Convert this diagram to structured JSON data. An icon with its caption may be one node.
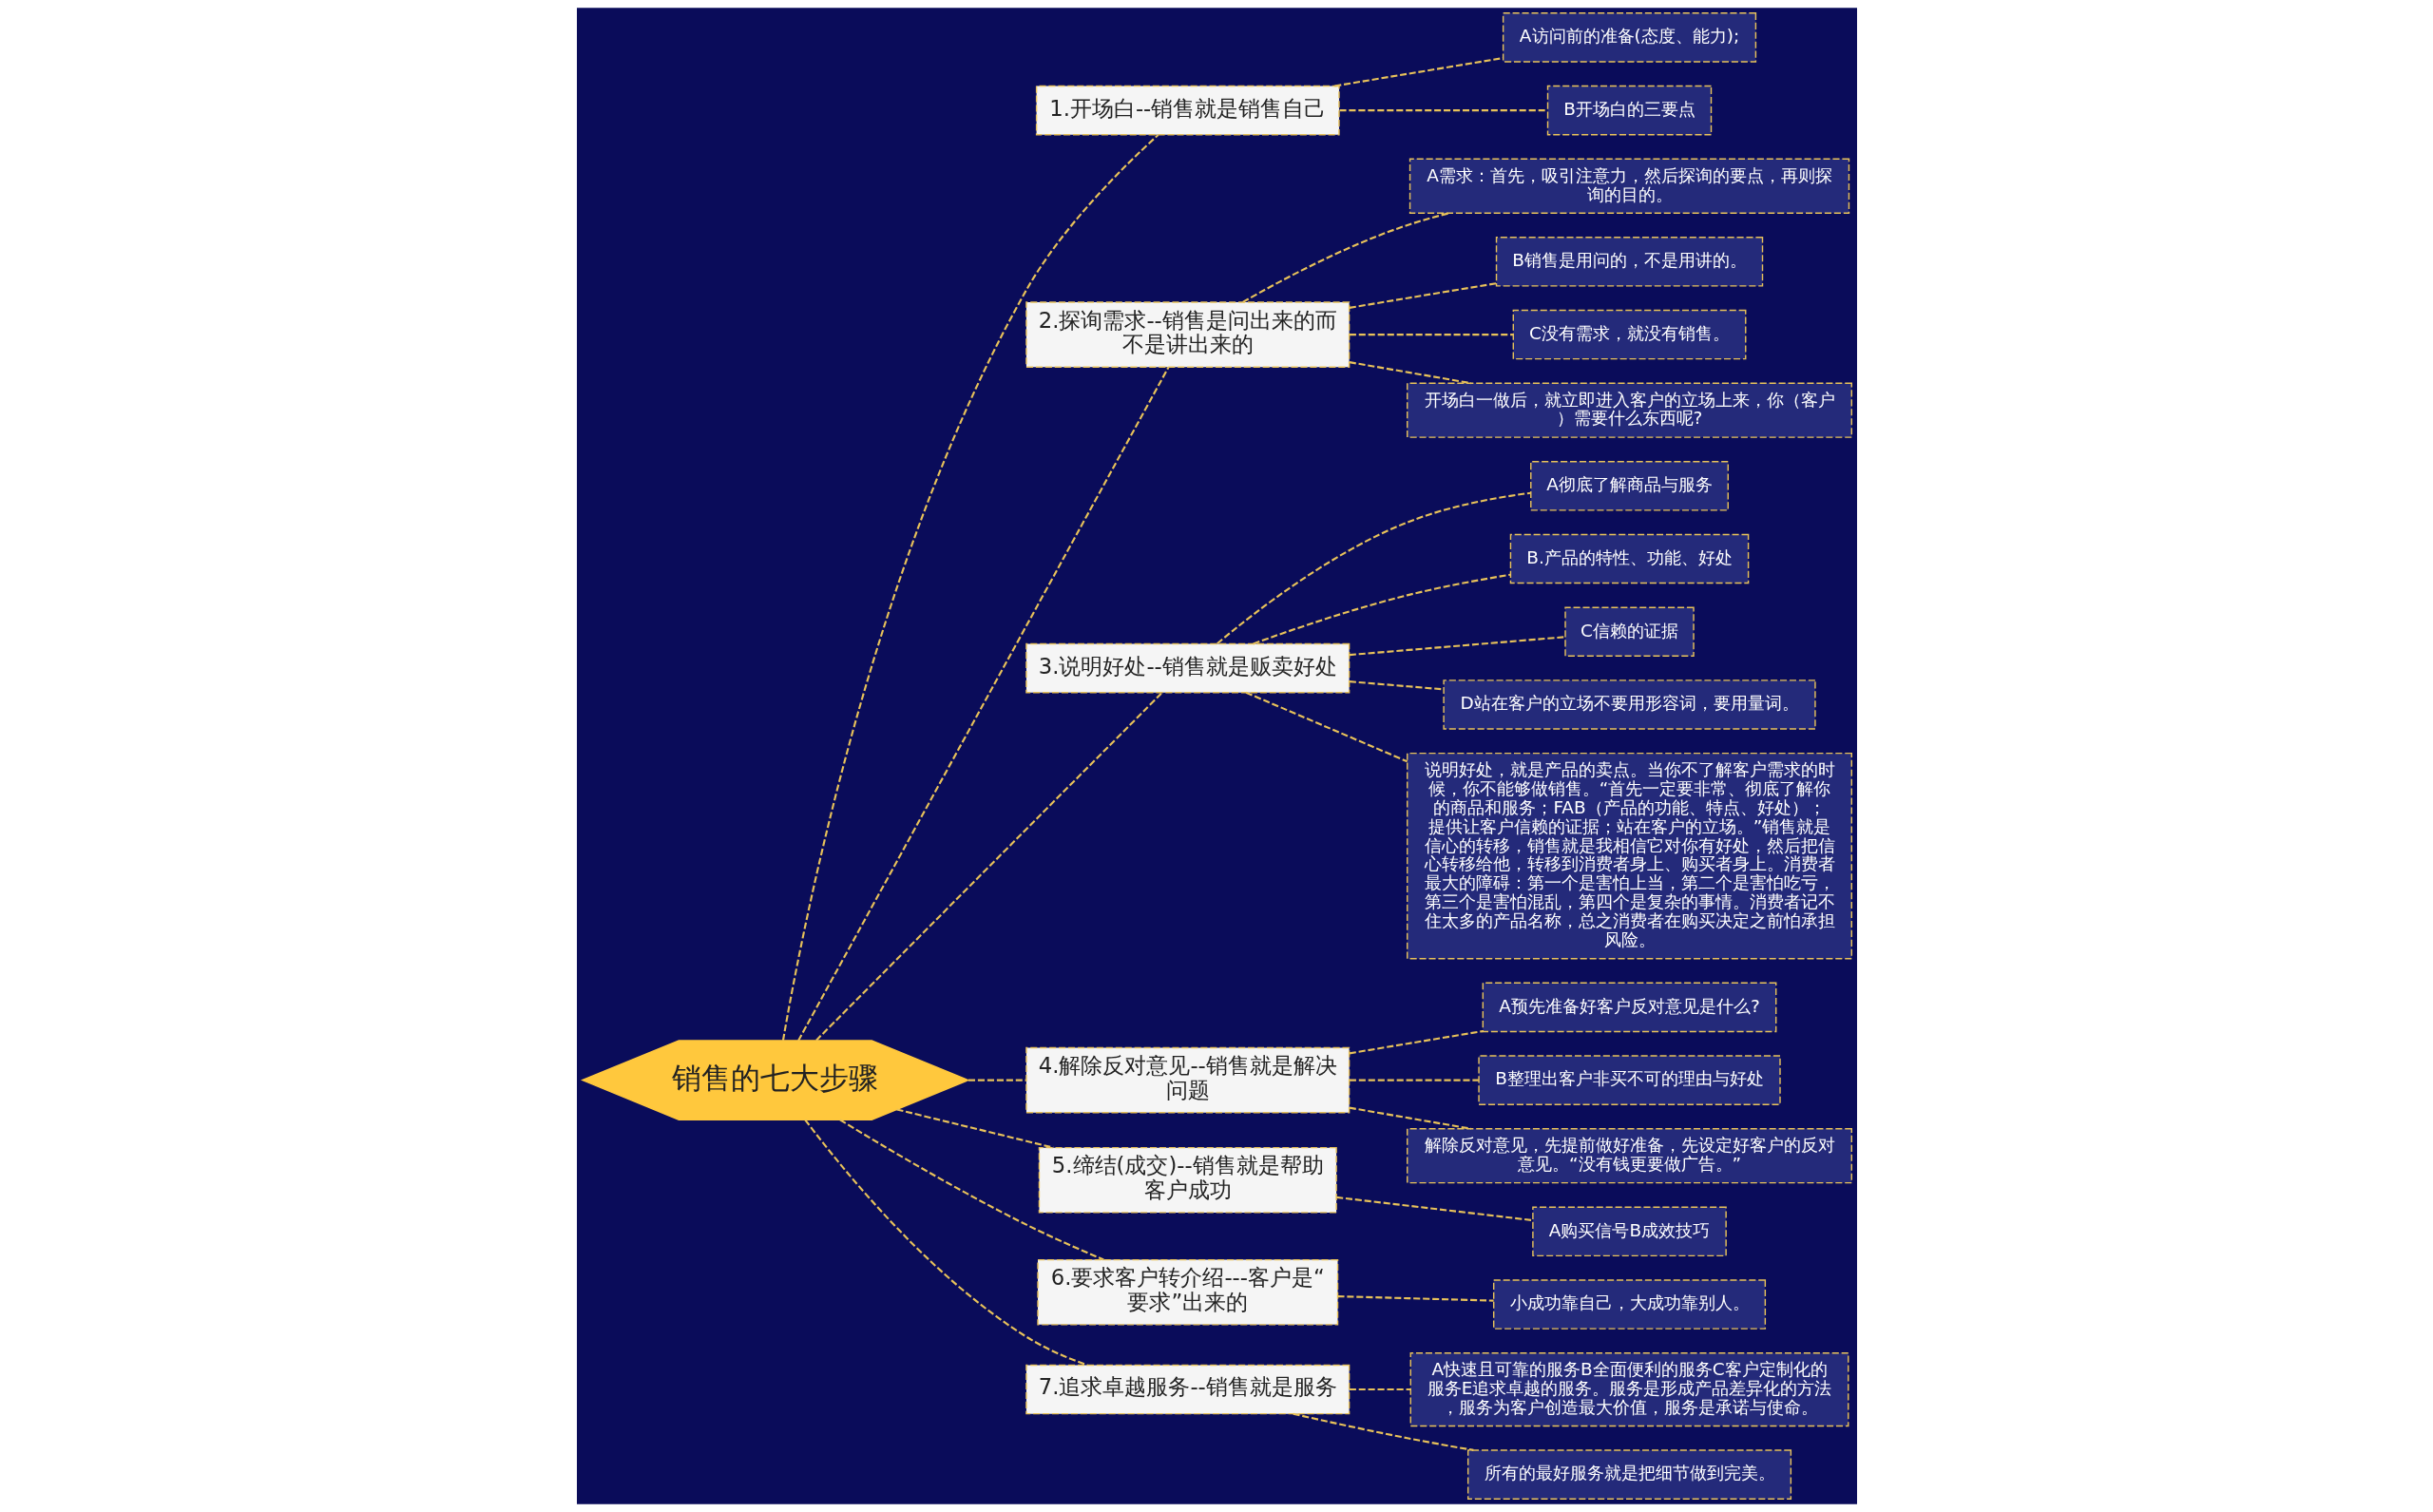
{
  "diagram": {
    "nodes": [
      {
        "text": [
          "销售的七大步骤"
        ]
      },
      {
        "text": [
          "1.开场白--销售就是销售自己"
        ]
      },
      {
        "text": [
          "A访问前的准备(态度、能力);"
        ]
      },
      {
        "text": [
          "B开场白的三要点"
        ]
      },
      {
        "text": [
          "2.探询需求--销售是问出来的而不是讲出来的"
        ]
      },
      {
        "text": [
          "A需求：首先，吸引注意力，然后探询的要点，再则探询的目的。"
        ]
      },
      {
        "text": [
          "B销售是用问的，不是用讲的。"
        ]
      },
      {
        "text": [
          "C没有需求，就没有销售。"
        ]
      },
      {
        "text": [
          "开场白一做后，就立即进入客户的立场上来，你（客户）需要什么东西呢?"
        ]
      },
      {
        "text": [
          "3.说明好处--销售就是贩卖好处"
        ]
      },
      {
        "text": [
          "A彻底了解商品与服务"
        ]
      },
      {
        "text": [
          "B.产品的特性、功能、好处"
        ]
      },
      {
        "text": [
          "C信赖的证据"
        ]
      },
      {
        "text": [
          "D站在客户的立场不要用形容词，要用量词。"
        ]
      },
      {
        "text": [
          "说明好处，就是产品的卖点。当你不了解客户需求的时候，你不能够做销售。“首先一定要非常、彻底了解你的商品和服务；FAB（产品的功能、特点、好处）；提供让客户信赖的证据；站在客户的立场。”销售就是信心的转移，销售就是我相信它对你有好处，然后把信心转移给他，转移到消费者身上、购买者身上。消费者最大的障碍：第一个是害怕上当，第二个是害怕吃亏，第三个是害怕混乱，第四个是复杂的事情。消费者记不住太多的产品名称，总之消费者在购买决定之前怕承担风险。"
        ]
      },
      {
        "text": [
          "4.解除反对意见--销售就是解决问题"
        ]
      },
      {
        "text": [
          "A预先准备好客户反对意见是什么?"
        ]
      },
      {
        "text": [
          "B整理出客户非买不可的理由与好处"
        ]
      },
      {
        "text": [
          "解除反对意见，先提前做好准备，先设定好客户的反对意见。“没有钱更要做广告。”"
        ]
      },
      {
        "text": [
          "5.缔结(成交)--销售就是帮助客户成功"
        ]
      },
      {
        "text": [
          "A购买信号B成效技巧"
        ]
      },
      {
        "text": [
          "6.要求客户转介绍---客户是“要求”出来的"
        ]
      },
      {
        "text": [
          "小成功靠自己，大成功靠别人。"
        ]
      },
      {
        "text": [
          "7.追求卓越服务--销售就是服务"
        ]
      },
      {
        "text": [
          "A快速且可靠的服务B全面便利的服务C客户定制化的服务E追求卓越的服务。服务是形成产品差异化的方法，服务为客户创造最大价值，服务是承诺与使命。"
        ]
      },
      {
        "text": [
          "所有的最好服务就是把细节做到完美。"
        ]
      }
    ],
    "edges": [
      {
        "from": 0,
        "to": 1,
        "arrow": "none"
      },
      {
        "from": 1,
        "to": 2,
        "arrow": "none"
      },
      {
        "from": 1,
        "to": 3,
        "arrow": "none"
      },
      {
        "from": 0,
        "to": 4,
        "arrow": "none"
      },
      {
        "from": 4,
        "to": 5,
        "arrow": "none"
      },
      {
        "from": 4,
        "to": 6,
        "arrow": "none"
      },
      {
        "from": 4,
        "to": 7,
        "arrow": "none"
      },
      {
        "from": 4,
        "to": 8,
        "arrow": "none"
      },
      {
        "from": 0,
        "to": 9,
        "arrow": "none"
      },
      {
        "from": 9,
        "to": 10,
        "arrow": "none"
      },
      {
        "from": 9,
        "to": 11,
        "arrow": "none"
      },
      {
        "from": 9,
        "to": 12,
        "arrow": "none"
      },
      {
        "from": 9,
        "to": 13,
        "arrow": "none"
      },
      {
        "from": 9,
        "to": 14,
        "arrow": "none"
      },
      {
        "from": 0,
        "to": 15,
        "arrow": "none"
      },
      {
        "from": 15,
        "to": 16,
        "arrow": "none"
      },
      {
        "from": 15,
        "to": 17,
        "arrow": "none"
      },
      {
        "from": 15,
        "to": 18,
        "arrow": "none"
      },
      {
        "from": 0,
        "to": 19,
        "arrow": "none"
      },
      {
        "from": 19,
        "to": 20,
        "arrow": "none"
      },
      {
        "from": 0,
        "to": 21,
        "arrow": "none"
      },
      {
        "from": 21,
        "to": 22,
        "arrow": "none"
      },
      {
        "from": 0,
        "to": 23,
        "arrow": "none"
      },
      {
        "from": 23,
        "to": 24,
        "arrow": "none"
      },
      {
        "from": 23,
        "to": 25,
        "arrow": "none"
      }
    ]
  }
}
